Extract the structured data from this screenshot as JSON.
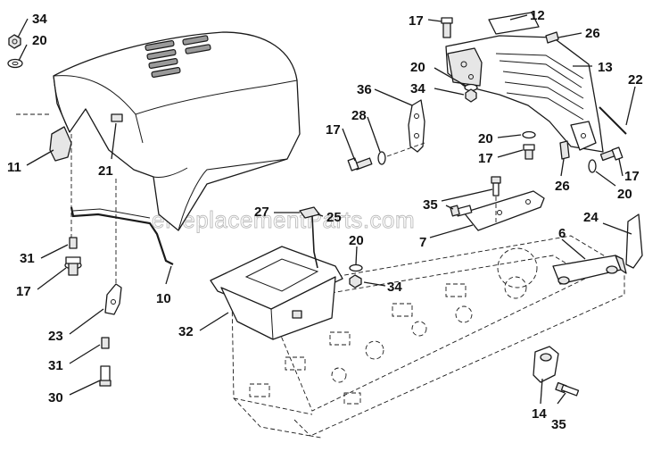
{
  "watermark": "eReplacementParts.com",
  "callouts": [
    {
      "id": "c34a",
      "label": "34"
    },
    {
      "id": "c20a",
      "label": "20"
    },
    {
      "id": "c11",
      "label": "11"
    },
    {
      "id": "c21",
      "label": "21"
    },
    {
      "id": "c31a",
      "label": "31"
    },
    {
      "id": "c17a",
      "label": "17"
    },
    {
      "id": "c10",
      "label": "10"
    },
    {
      "id": "c23",
      "label": "23"
    },
    {
      "id": "c31b",
      "label": "31"
    },
    {
      "id": "c30",
      "label": "30"
    },
    {
      "id": "c17b",
      "label": "17"
    },
    {
      "id": "c12",
      "label": "12"
    },
    {
      "id": "c26a",
      "label": "26"
    },
    {
      "id": "c13",
      "label": "13"
    },
    {
      "id": "c20b",
      "label": "20"
    },
    {
      "id": "c34b",
      "label": "34"
    },
    {
      "id": "c36",
      "label": "36"
    },
    {
      "id": "c22",
      "label": "22"
    },
    {
      "id": "c28",
      "label": "28"
    },
    {
      "id": "c17c",
      "label": "17"
    },
    {
      "id": "c20c",
      "label": "20"
    },
    {
      "id": "c17d",
      "label": "17"
    },
    {
      "id": "c26b",
      "label": "26"
    },
    {
      "id": "c17e",
      "label": "17"
    },
    {
      "id": "c20d",
      "label": "20"
    },
    {
      "id": "c35a",
      "label": "35"
    },
    {
      "id": "c27",
      "label": "27"
    },
    {
      "id": "c25",
      "label": "25"
    },
    {
      "id": "c7",
      "label": "7"
    },
    {
      "id": "c24",
      "label": "24"
    },
    {
      "id": "c6",
      "label": "6"
    },
    {
      "id": "c20e",
      "label": "20"
    },
    {
      "id": "c34c",
      "label": "34"
    },
    {
      "id": "c32",
      "label": "32"
    },
    {
      "id": "c14",
      "label": "14"
    },
    {
      "id": "c35b",
      "label": "35"
    }
  ]
}
